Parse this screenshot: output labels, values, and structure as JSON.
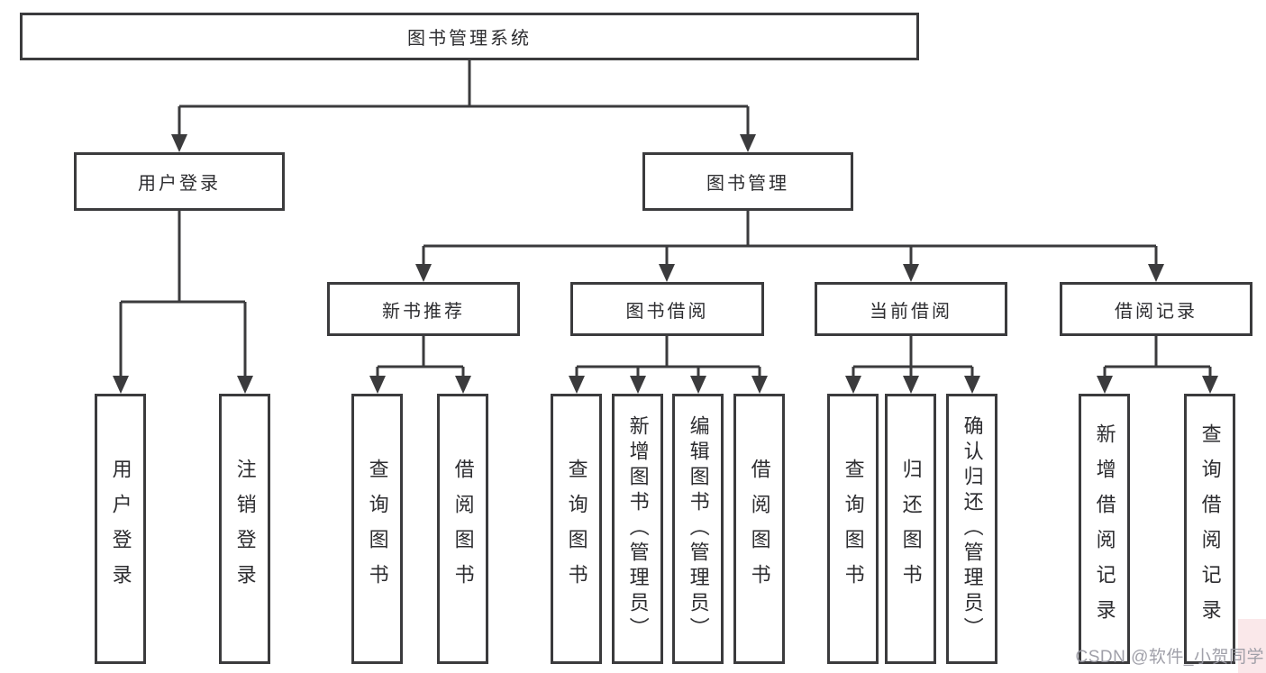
{
  "diagram": {
    "root": {
      "label": "图书管理系统"
    },
    "level2": [
      {
        "label": "用户登录"
      },
      {
        "label": "图书管理"
      }
    ],
    "level3": [
      {
        "label": "新书推荐"
      },
      {
        "label": "图书借阅"
      },
      {
        "label": "当前借阅"
      },
      {
        "label": "借阅记录"
      }
    ],
    "leaves": [
      {
        "group": "用户登录",
        "label": "用户登录"
      },
      {
        "group": "用户登录",
        "label": "注销登录"
      },
      {
        "group": "新书推荐",
        "label": "查询图书"
      },
      {
        "group": "新书推荐",
        "label": "借阅图书"
      },
      {
        "group": "图书借阅",
        "label": "查询图书"
      },
      {
        "group": "图书借阅",
        "label": "新增图书（管理员）"
      },
      {
        "group": "图书借阅",
        "label": "编辑图书（管理员）"
      },
      {
        "group": "图书借阅",
        "label": "借阅图书"
      },
      {
        "group": "当前借阅",
        "label": "查询图书"
      },
      {
        "group": "当前借阅",
        "label": "归还图书"
      },
      {
        "group": "当前借阅",
        "label": "确认归还（管理员）"
      },
      {
        "group": "借阅记录",
        "label": "新增借阅记录"
      },
      {
        "group": "借阅记录",
        "label": "查询借阅记录"
      }
    ],
    "colors": {
      "line": "#3b3b3d",
      "text": "#2d2d30",
      "background": "#ffffff",
      "watermark": "#9898a2",
      "corner_tint": "#fae8ea"
    }
  },
  "watermark": {
    "text": "CSDN @软件_小贺同学"
  }
}
